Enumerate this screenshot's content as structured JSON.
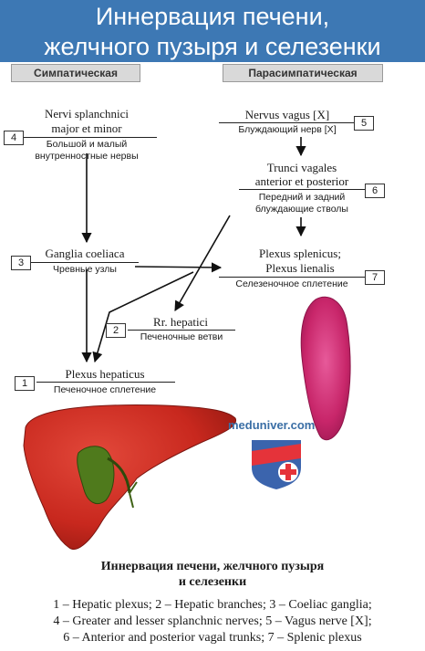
{
  "banner": {
    "line1": "Иннервация печени,",
    "line2": "желчного пузыря и селезенки"
  },
  "headers": {
    "sympathetic": "Симпатическая",
    "parasympathetic": "Парасимпатическая"
  },
  "nodes": {
    "n4": {
      "number": "4",
      "latin_1": "Nervi splanchnici",
      "latin_2": "major et minor",
      "russian_1": "Большой и малый",
      "russian_2": "внутренностные нервы"
    },
    "n5": {
      "number": "5",
      "latin_1": "Nervus vagus [X]",
      "russian_1": "Блуждающий нерв [X]"
    },
    "n6": {
      "number": "6",
      "latin_1": "Trunci vagales",
      "latin_2": "anterior et posterior",
      "russian_1": "Передний и задний",
      "russian_2": "блуждающие стволы"
    },
    "n3": {
      "number": "3",
      "latin_1": "Ganglia coeliaca",
      "russian_1": "Чревные узлы"
    },
    "n7": {
      "number": "7",
      "latin_1": "Plexus splenicus;",
      "latin_2": "Plexus lienalis",
      "russian_1": "Селезеночное сплетение"
    },
    "n2": {
      "number": "2",
      "latin_1": "Rr. hepatici",
      "russian_1": "Печеночные ветви"
    },
    "n1": {
      "number": "1",
      "latin_1": "Plexus hepaticus",
      "russian_1": "Печеночное сплетение"
    }
  },
  "watermark": "meduniver.com",
  "caption": {
    "line1": "Иннервация печени, желчного пузыря",
    "line2": "и селезенки"
  },
  "legend": {
    "line1": "1 – Hepatic plexus; 2 – Hepatic branches; 3 – Coeliac ganglia;",
    "line2": "4 – Greater and lesser splanchnic nerves; 5 – Vagus nerve [X];",
    "line3": "6 – Anterior and posterior vagal trunks; 7 – Splenic plexus"
  },
  "colors": {
    "banner": "#3d78b4",
    "liver": "#c8281e",
    "spleen": "#c8266a",
    "gallbladder": "#4f7a1c"
  }
}
